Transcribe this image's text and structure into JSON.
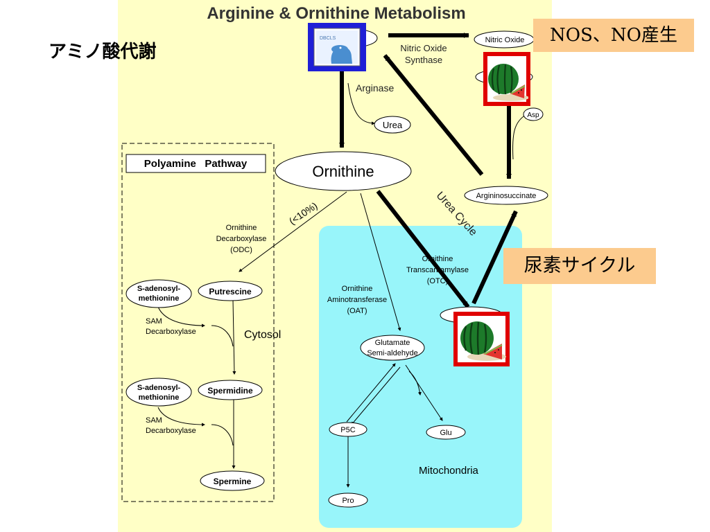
{
  "page_label": "アミノ酸代謝",
  "diagram": {
    "title": "Arginine & Ornithine Metabolism",
    "metabolites": {
      "nitric_oxide": "Nitric Oxide",
      "urea": "Urea",
      "ornithine": "Ornithine",
      "asp": "Asp",
      "argininosuccinate": "Argininosuccinate",
      "putrescine": "Putrescine",
      "spermidine": "Spermidine",
      "spermine": "Spermine",
      "glutamate_line1": "Glutamate",
      "glutamate_line2": "Semi-aldehyde",
      "p5c": "P5C",
      "glu": "Glu",
      "pro": "Pro",
      "sam_line1": "S-adenosyl-",
      "sam_line2": "methionine"
    },
    "enzymes": {
      "nos_line1": "Nitric Oxide",
      "nos_line2": "Synthase",
      "arginase": "Arginase",
      "odc_line1": "Ornithine",
      "odc_line2": "Decarboxylase",
      "odc_line3": "(ODC)",
      "odc_fraction": "(<10%)",
      "samdc_line1": "SAM",
      "samdc_line2": "Decarboxylase",
      "oat_line1": "Ornithine",
      "oat_line2": "Aminotransferase",
      "oat_line3": "(OAT)",
      "otc_line1": "Ornithine",
      "otc_line2": "Transcarbamylase",
      "otc_line3": "(OTC)"
    },
    "regions": {
      "polyamine_pathway": "Polyamine   Pathway",
      "cytosol": "Cytosol",
      "mitochondria": "Mitochondria",
      "urea_cycle": "Urea   Cycle"
    },
    "logo_text": "DBCLS"
  },
  "callouts": {
    "nos": "NOS、NO産生",
    "urea_cycle": "尿素サイクル"
  },
  "colors": {
    "panel": "#ffffc6",
    "mitochondria": "#98f5fa",
    "callout": "#fccb8e",
    "logo_frame": "#1f1fd6",
    "watermelon_frame": "#e00000"
  }
}
